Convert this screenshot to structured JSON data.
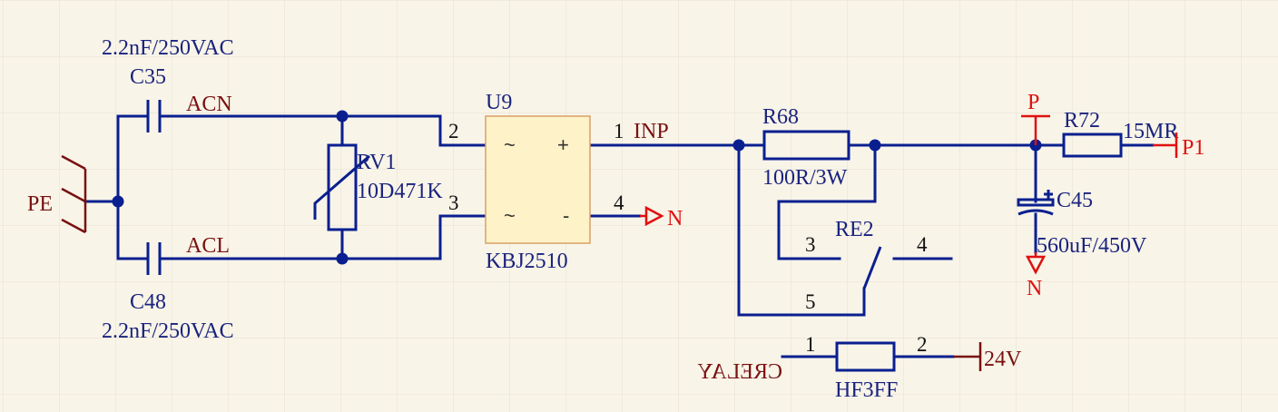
{
  "colors": {
    "background": "#f8f4e8",
    "grid": "#e6e0d0",
    "wire": "#0a1f8f",
    "component_text": "#1a237e",
    "net_label": "#7a1010",
    "power_port": "#e01010",
    "ic_fill": "#fdf2c8",
    "ic_border": "#d9a066",
    "junction": "#0a1f8f"
  },
  "components": {
    "c35": {
      "designator": "C35",
      "value": "2.2nF/250VAC"
    },
    "c48": {
      "designator": "C48",
      "value": "2.2nF/250VAC"
    },
    "rv1": {
      "designator": "RV1",
      "value": "10D471K"
    },
    "u9": {
      "designator": "U9",
      "value": "KBJ2510",
      "pins": {
        "p1": "1",
        "p2": "2",
        "p3": "3",
        "p4": "4"
      },
      "glyphs": {
        "ac_top": "~",
        "ac_bottom": "~",
        "plus": "+",
        "minus": "-"
      }
    },
    "r68": {
      "designator": "R68",
      "value": "100R/3W"
    },
    "re2": {
      "designator": "RE2",
      "pins": {
        "p3": "3",
        "p4": "4",
        "p5": "5"
      }
    },
    "r72": {
      "designator": "R72",
      "value": "15MR"
    },
    "c45": {
      "designator": "C45",
      "value": "560uF/450V"
    },
    "hf3ff": {
      "designator": "HF3FF",
      "pins": {
        "p1": "1",
        "p2": "2"
      }
    }
  },
  "net_labels": {
    "pe": "PE",
    "acn": "ACN",
    "acl": "ACL",
    "inp": "INP",
    "crelay": "CRELAY"
  },
  "power_ports": {
    "n_u9": "N",
    "n_c45": "N",
    "p": "P",
    "p1": "P1",
    "v24": "24V"
  }
}
